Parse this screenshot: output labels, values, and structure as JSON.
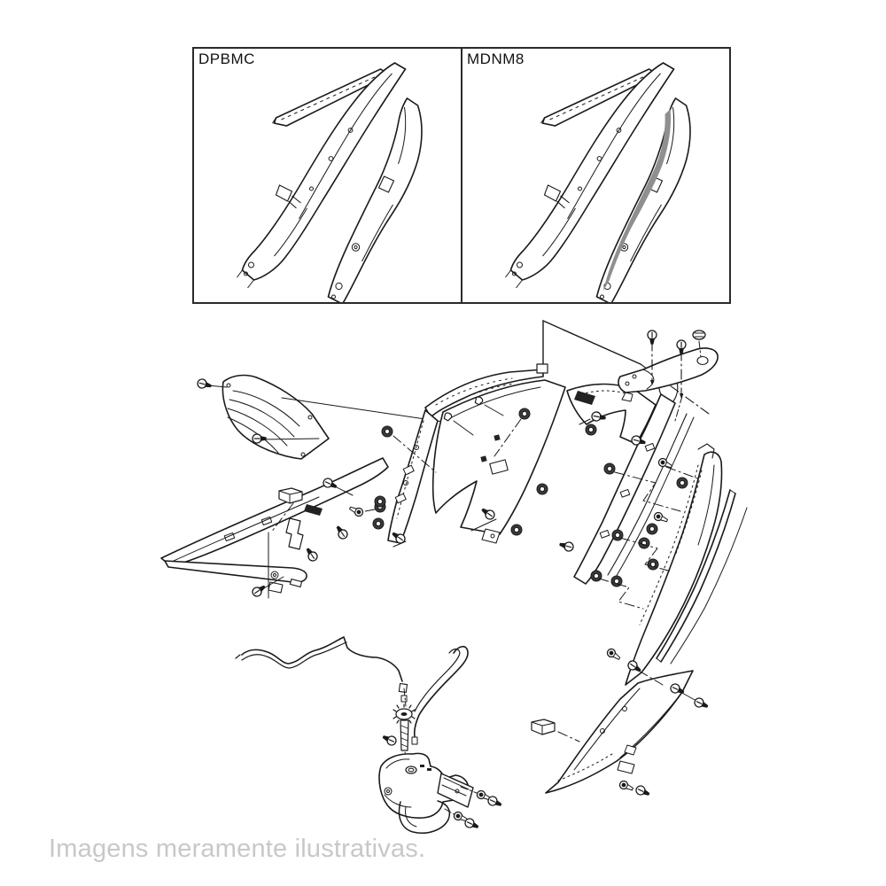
{
  "comparison_box": {
    "variants": [
      {
        "code": "DPBMC"
      },
      {
        "code": "MDNM8"
      }
    ]
  },
  "caption": {
    "text": "Imagens meramente ilustrativas."
  },
  "colors": {
    "background": "#ffffff",
    "line_art": "#1a1a1a",
    "box_border": "#2a2a2a",
    "caption_text": "#c8c8c8",
    "mdnm8_shaded_stripe": "#8f8f8f"
  },
  "illustrations": [
    "fairing-pair-illustration",
    "rear-fairing-exploded-parts-diagram",
    "reservoir-tank-assembly",
    "screw-icon",
    "nut-icon",
    "bolt-icon"
  ]
}
